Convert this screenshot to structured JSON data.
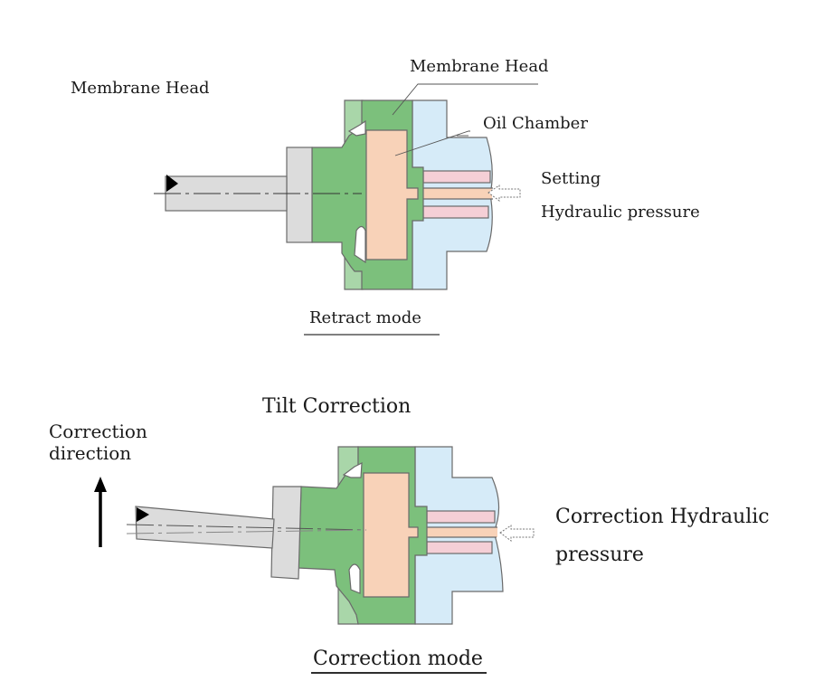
{
  "colors": {
    "green": "#7cc07c",
    "light_green": "#a9d6a9",
    "oil": "#f8d2b8",
    "blue": "#d6ebf8",
    "gray": "#dcdcdc",
    "pink": "#f5cfd6"
  },
  "retract": {
    "label_membrane_head_left": "Membrane Head",
    "label_membrane_head": "Membrane Head",
    "label_oil_chamber": "Oil Chamber",
    "label_pressure_line1": "Setting",
    "label_pressure_line2": "Hydraulic pressure",
    "caption": "Retract mode"
  },
  "correction": {
    "title": "Tilt Correction",
    "direction_line1": "Correction",
    "direction_line2": "direction",
    "label_pressure_line1": "Correction Hydraulic",
    "label_pressure_line2": "pressure",
    "caption": "Correction mode"
  }
}
